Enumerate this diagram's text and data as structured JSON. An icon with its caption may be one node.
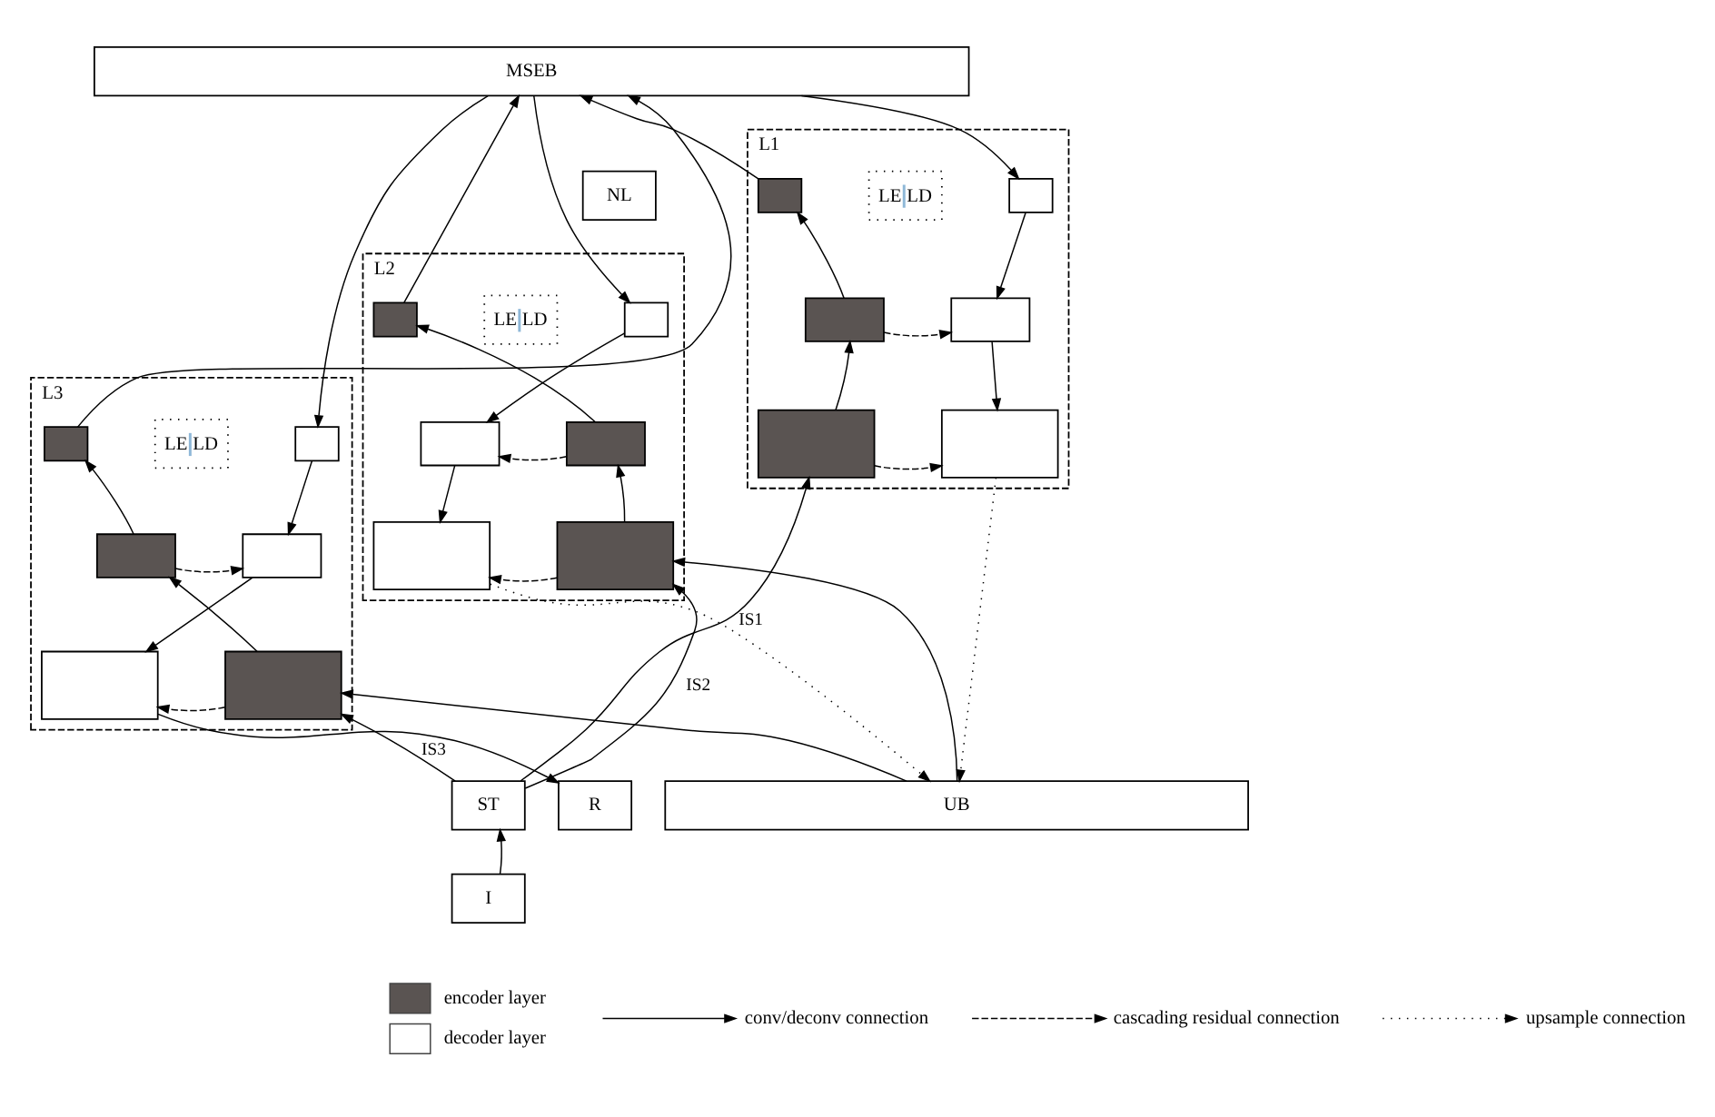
{
  "diagram": {
    "nodes": [
      {
        "text": [
          "MSEB"
        ]
      },
      {
        "text": [
          "L1"
        ]
      },
      {
        "text": [],
        "shape": "box",
        "in": 1
      },
      {
        "text": [
          "LE",
          "LD"
        ],
        "in": 1
      },
      {
        "text": [],
        "shape": "box",
        "in": 1
      },
      {
        "text": [],
        "shape": "box",
        "in": 1
      },
      {
        "text": [],
        "shape": "box",
        "in": 1
      },
      {
        "text": [],
        "shape": "box",
        "in": 1
      },
      {
        "text": [],
        "shape": "box",
        "in": 1
      },
      {
        "text": [
          "L2"
        ]
      },
      {
        "text": [],
        "shape": "box",
        "in": 9
      },
      {
        "text": [
          "LE",
          "LD"
        ],
        "in": 9
      },
      {
        "text": [],
        "shape": "box",
        "in": 9
      },
      {
        "text": [],
        "shape": "box",
        "in": 9
      },
      {
        "text": [],
        "shape": "box",
        "in": 9
      },
      {
        "text": [],
        "shape": "box",
        "in": 9
      },
      {
        "text": [],
        "shape": "box",
        "in": 9
      },
      {
        "text": [
          "L3"
        ]
      },
      {
        "text": [],
        "shape": "box",
        "in": 17
      },
      {
        "text": [
          "LE",
          "LD"
        ],
        "in": 17
      },
      {
        "text": [],
        "shape": "box",
        "in": 17
      },
      {
        "text": [],
        "shape": "box",
        "in": 17
      },
      {
        "text": [],
        "shape": "box",
        "in": 17
      },
      {
        "text": [],
        "shape": "box",
        "in": 17
      },
      {
        "text": [],
        "shape": "box",
        "in": 17
      },
      {
        "text": [
          "NL"
        ]
      },
      {
        "text": [
          "R"
        ]
      },
      {
        "text": [
          "ST"
        ]
      },
      {
        "text": [
          "UB"
        ]
      },
      {
        "text": [
          "I"
        ]
      }
    ],
    "edges": [
      {
        "from": 7,
        "to": 5,
        "arrow": "to"
      },
      {
        "from": 5,
        "to": 2,
        "arrow": "to"
      },
      {
        "from": 2,
        "to": 0,
        "arrow": "to"
      },
      {
        "from": 0,
        "to": 4,
        "arrow": "to"
      },
      {
        "from": 4,
        "to": 6,
        "arrow": "to"
      },
      {
        "from": 6,
        "to": 8,
        "arrow": "to"
      },
      {
        "from": 5,
        "to": 6,
        "arrow": "to",
        "style": "dashed"
      },
      {
        "from": 7,
        "to": 8,
        "arrow": "to",
        "style": "dashed"
      },
      {
        "from": 15,
        "to": 13,
        "arrow": "to"
      },
      {
        "from": 13,
        "to": 10,
        "arrow": "to"
      },
      {
        "from": 10,
        "to": 0,
        "arrow": "to"
      },
      {
        "from": 0,
        "to": 12,
        "arrow": "to"
      },
      {
        "from": 12,
        "to": 14,
        "arrow": "to"
      },
      {
        "from": 14,
        "to": 16,
        "arrow": "to"
      },
      {
        "from": 13,
        "to": 14,
        "arrow": "to",
        "style": "dashed"
      },
      {
        "from": 15,
        "to": 16,
        "arrow": "to",
        "style": "dashed"
      },
      {
        "from": 23,
        "to": 21,
        "arrow": "to"
      },
      {
        "from": 21,
        "to": 18,
        "arrow": "to"
      },
      {
        "from": 18,
        "to": 0,
        "arrow": "to"
      },
      {
        "from": 0,
        "to": 20,
        "arrow": "to"
      },
      {
        "from": 20,
        "to": 22,
        "arrow": "to"
      },
      {
        "from": 22,
        "to": 24,
        "arrow": "to"
      },
      {
        "from": 21,
        "to": 22,
        "arrow": "to",
        "style": "dashed"
      },
      {
        "from": 23,
        "to": 24,
        "arrow": "to",
        "style": "dashed"
      },
      {
        "from": 24,
        "to": 26,
        "arrow": "to"
      },
      {
        "from": 29,
        "to": 27,
        "arrow": "to"
      },
      {
        "from": 27,
        "to": 7,
        "arrow": "to",
        "label": "IS1"
      },
      {
        "from": 27,
        "to": 15,
        "arrow": "to",
        "label": "IS2"
      },
      {
        "from": 28,
        "to": 15,
        "arrow": "to"
      },
      {
        "from": 27,
        "to": 23,
        "arrow": "to",
        "label": "IS3"
      },
      {
        "from": 28,
        "to": 23,
        "arrow": "to"
      },
      {
        "from": 8,
        "to": 28,
        "arrow": "to",
        "style": "dashed"
      },
      {
        "from": 16,
        "to": 28,
        "arrow": "to",
        "style": "dashed"
      }
    ],
    "legend": [
      {
        "text": "encoder layer",
        "color": "#5a5452"
      },
      {
        "text": "conv/deconv connection"
      },
      {
        "text": "decoder layer",
        "color": "#ffffff"
      },
      {
        "text": "cascading residual connection"
      },
      {
        "text": "upsample connection"
      }
    ]
  }
}
